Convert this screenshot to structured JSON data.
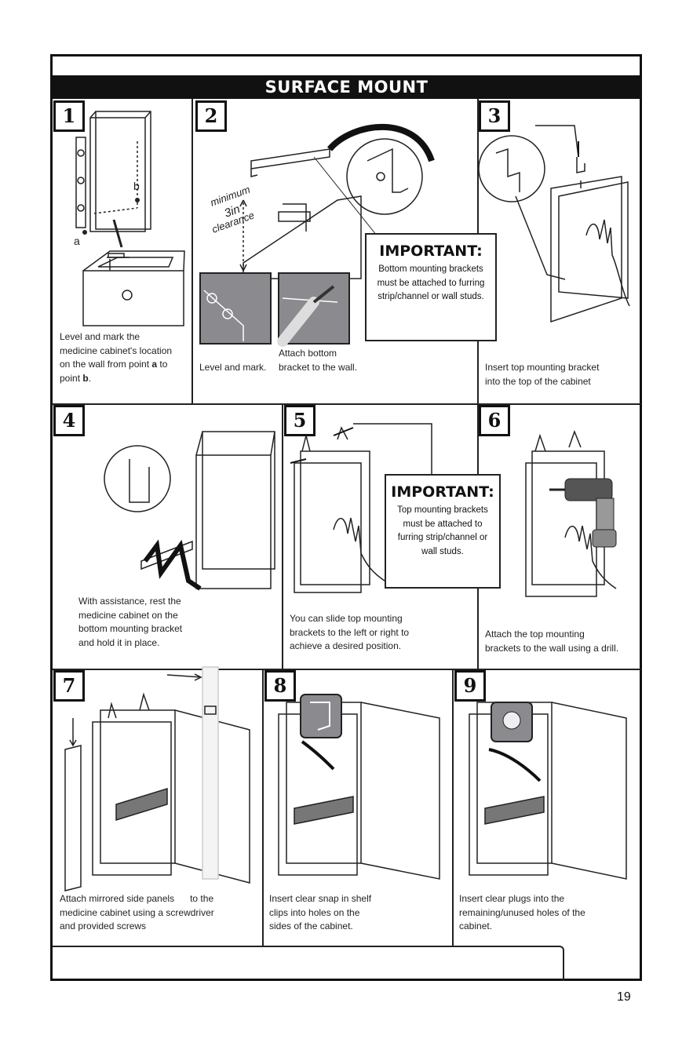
{
  "header": {
    "title": "SURFACE MOUNT"
  },
  "steps": [
    {
      "number": "1",
      "caption_lines": [
        "Level and mark the",
        "medicine cabinet's location",
        "on the wall from point ",
        "point "
      ],
      "marks": [
        "a",
        "b"
      ],
      "labels": {
        "a": "a",
        "b": "b"
      }
    },
    {
      "number": "2",
      "caption_a": "Level and mark.",
      "caption_b_lines": [
        "Attach bottom",
        "bracket to the wall."
      ],
      "clearance_lines": [
        "minimum",
        "3in",
        "clearance"
      ]
    },
    {
      "number": "3",
      "caption_lines": [
        "Insert top mounting bracket",
        "into the top of the cabinet"
      ]
    },
    {
      "number": "4",
      "caption_lines": [
        "With assistance, rest the",
        "medicine cabinet on the",
        "bottom mounting bracket",
        "and hold it in place."
      ]
    },
    {
      "number": "5",
      "caption_lines": [
        "You can slide top mounting",
        "brackets to the left or right to",
        "achieve a desired position."
      ]
    },
    {
      "number": "6",
      "caption_lines": [
        "Attach the top mounting",
        "brackets to the wall using a drill."
      ]
    },
    {
      "number": "7",
      "caption_lines": [
        "Attach mirrored side panels",
        "medicine cabinet using a screwdriver",
        "and provided screws"
      ],
      "caption_tail": "to the"
    },
    {
      "number": "8",
      "caption_lines": [
        "Insert clear snap in shelf",
        "clips into holes on the",
        "sides of the cabinet."
      ]
    },
    {
      "number": "9",
      "caption_lines": [
        "Insert clear plugs into the",
        "remaining/unused holes of the",
        "cabinet."
      ]
    }
  ],
  "important_bottom": {
    "title": "IMPORTANT:",
    "lines": [
      "Bottom mounting brackets",
      "must be attached to furring",
      "strip/channel or wall studs."
    ]
  },
  "important_top": {
    "title": "IMPORTANT:",
    "lines": [
      "Top mounting brackets",
      "must be attached to",
      "furring strip/channel or",
      "wall studs."
    ]
  },
  "page_number": "19"
}
